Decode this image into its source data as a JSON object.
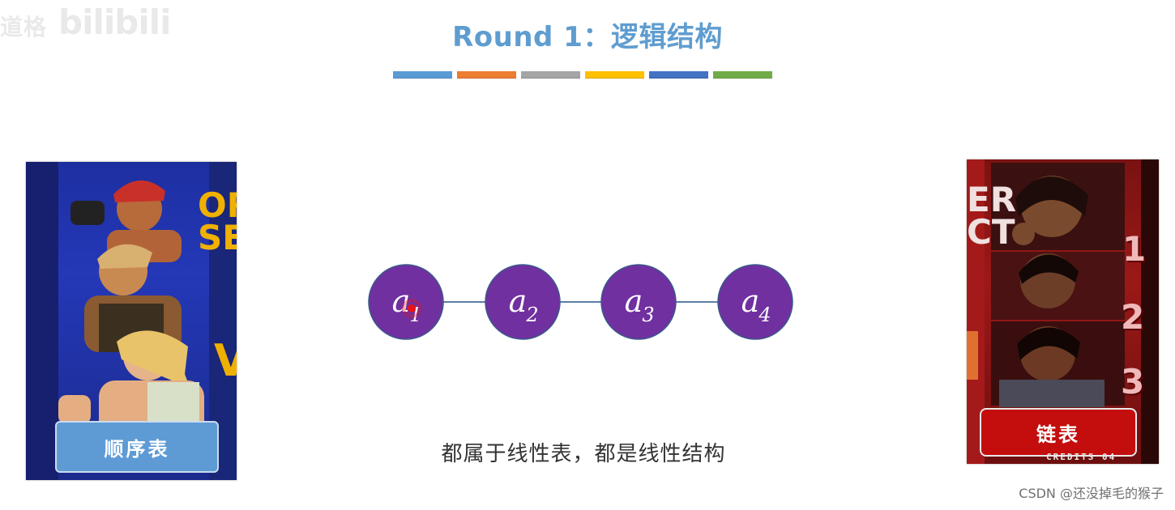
{
  "watermark": {
    "channel": "道格",
    "site": "bilibili"
  },
  "header": {
    "title": "Round 1：逻辑结构",
    "color_bar": [
      "#5b9bd5",
      "#ed7d31",
      "#a5a5a5",
      "#ffc000",
      "#4472c4",
      "#70ad47"
    ]
  },
  "cards": {
    "left": {
      "label": "顺序表",
      "side_text": "OR\nSE"
    },
    "right": {
      "label": "链表",
      "side_text": "ER\nCT",
      "numbers": [
        "1",
        "2",
        "3"
      ],
      "credits": "CREDITS 04"
    }
  },
  "diagram": {
    "nodes": [
      {
        "base": "a",
        "sub": "1"
      },
      {
        "base": "a",
        "sub": "2"
      },
      {
        "base": "a",
        "sub": "3"
      },
      {
        "base": "a",
        "sub": "4"
      }
    ],
    "node_fill": "#7030a0",
    "node_stroke": "#3b5a8a",
    "edge_color": "#5b7fa6",
    "pointer_color": "#e81414"
  },
  "caption": "都属于线性表，都是线性结构",
  "credit_mark": "CSDN @还没掉毛的猴子"
}
